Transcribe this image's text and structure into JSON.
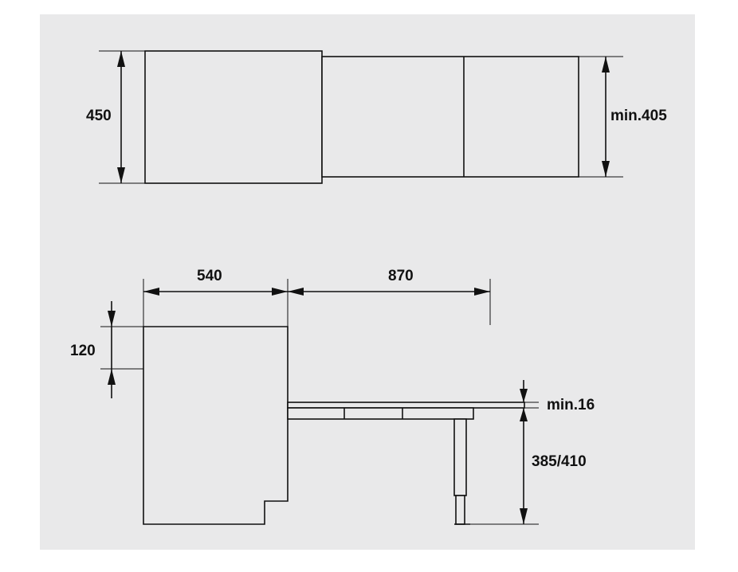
{
  "diagram": {
    "top_view": {
      "depth_label": "450",
      "min_depth_label": "min.405"
    },
    "side_view": {
      "cabinet_width_label": "540",
      "extension_label": "870",
      "top_offset_label": "120",
      "min_thickness_label": "min.16",
      "height_label": "385/410"
    }
  }
}
